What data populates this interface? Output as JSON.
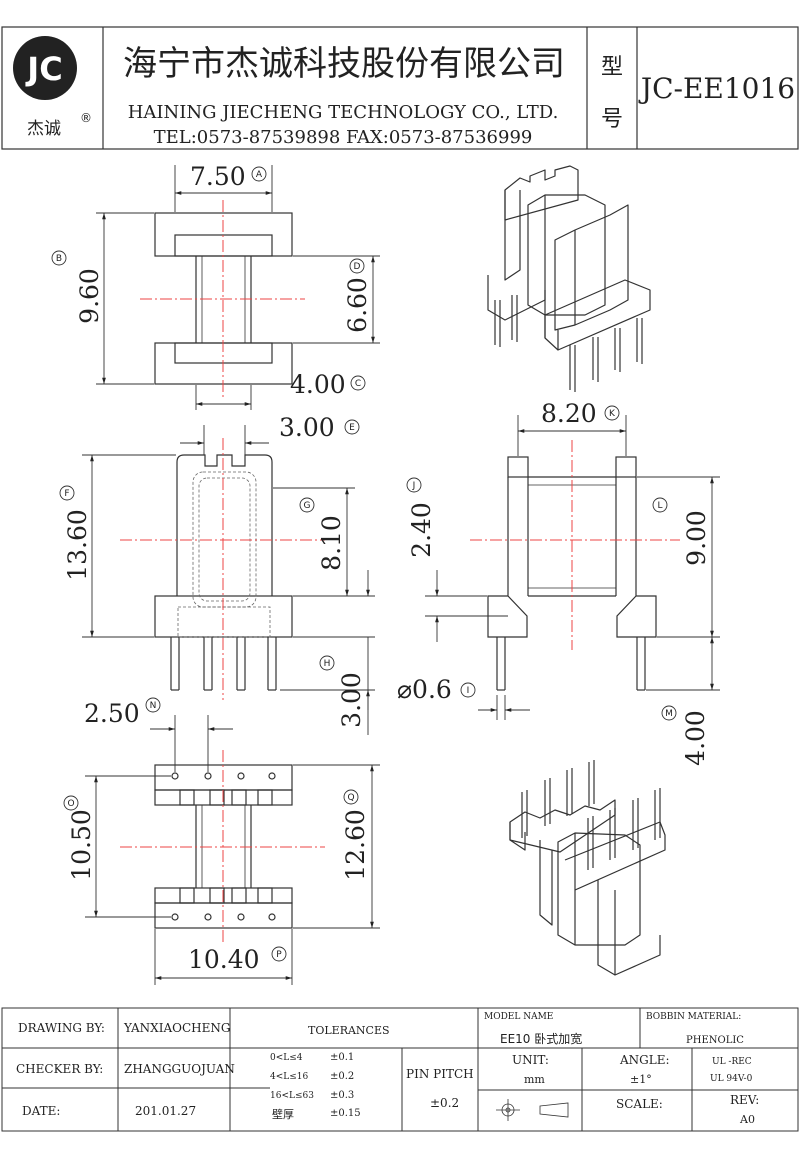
{
  "header": {
    "logo_text": "JC",
    "logo_sub": "杰诚",
    "registered": "®",
    "company_cn": "海宁市杰诚科技股份有限公司",
    "company_en": "HAINING JIECHENG TECHNOLOGY CO., LTD.",
    "contact": "TEL:0573-87539898   FAX:0573-87536999",
    "model_label_1": "型",
    "model_label_2": "号",
    "model_value": "JC-EE1016"
  },
  "dims": {
    "d750": "7.50",
    "tA": "A",
    "d960": "9.60",
    "tB": "B",
    "d660": "6.60",
    "tD": "D",
    "d400": "4.00",
    "tC": "C",
    "d300e": "3.00",
    "tE": "E",
    "d820": "8.20",
    "tK": "K",
    "d1360": "13.60",
    "tF": "F",
    "d810": "8.10",
    "tG": "G",
    "d240": "2.40",
    "tJ": "J",
    "d900": "9.00",
    "tL": "L",
    "d300h": "3.00",
    "tH": "H",
    "d06": "⌀0.6",
    "tI": "I",
    "d400m": "4.00",
    "tM": "M",
    "d250": "2.50",
    "tN": "N",
    "d1050": "10.50",
    "tO": "O",
    "d1260": "12.60",
    "tQ": "Q",
    "d1040": "10.40",
    "tP": "P"
  },
  "footer": {
    "drawing_by_label": "DRAWING  BY:",
    "drawing_by_value": "YANXIAOCHENG",
    "checker_by_label": "CHECKER  BY:",
    "checker_by_value": "ZHANGGUOJUAN",
    "date_label": "DATE:",
    "date_value": "201.01.27",
    "tolerances_label": "TOLERANCES",
    "tol_r1_range": "0<L≤4",
    "tol_r1_val": "±0.1",
    "tol_r2_range": "4<L≤16",
    "tol_r2_val": "±0.2",
    "tol_r3_range": "16<L≤63",
    "tol_r3_val": "±0.3",
    "tol_r4_range": "壁厚",
    "tol_r4_val": "±0.15",
    "pin_pitch_label": "PIN PITCH",
    "pin_pitch_value": "±0.2",
    "model_name_label": "MODEL NAME",
    "model_name_value": "EE10 卧式加宽",
    "bobbin_material_label": "BOBBIN MATERIAL:",
    "bobbin_material_value": "PHENOLIC",
    "unit_label": "UNIT:",
    "unit_value": "mm",
    "angle_label": "ANGLE:",
    "angle_value": "±1°",
    "ul_rec": "UL -REC",
    "ul_94": "UL  94V-0",
    "scale_label": "SCALE:",
    "rev_label": "REV:",
    "rev_value": "A0"
  }
}
